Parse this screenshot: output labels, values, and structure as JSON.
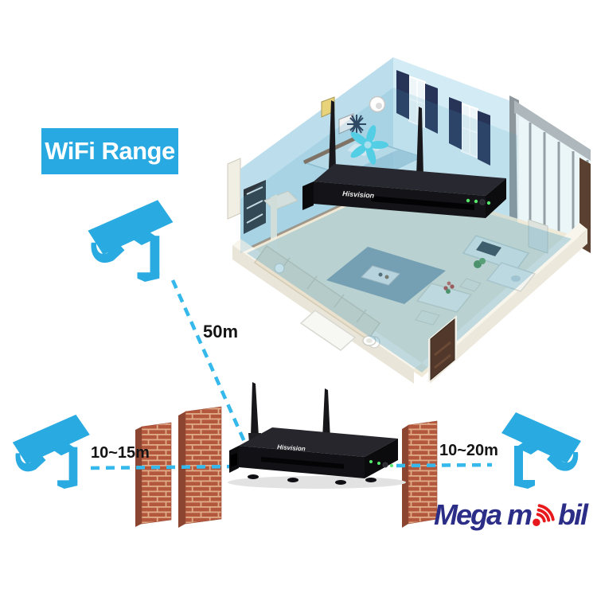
{
  "header": {
    "wifi_range_label": "WiFi Range"
  },
  "connections": {
    "indoor": {
      "distance": "50m",
      "path": "camera-top to indoor NVR",
      "obstacles": "inside house"
    },
    "left": {
      "distance": "10~15m",
      "path": "camera-left to NVR",
      "obstacles": "2 brick walls"
    },
    "right": {
      "distance": "10~20m",
      "path": "camera-right to NVR",
      "obstacles": "1 brick wall"
    }
  },
  "nvr": {
    "brand": "Hisvision"
  },
  "watermark": {
    "prefix": "Mega m",
    "suffix": "bil"
  },
  "icons": {
    "camera": "cctv-camera-icon",
    "wifi": "wifi-signal-icon"
  },
  "colors": {
    "accent_cyan": "#29abe2",
    "dash_cyan": "#35b9ec",
    "brick": "#b3573d",
    "brick_mortar": "#e0ac88",
    "nvr_black": "#18181c",
    "led_green": "#55e86a",
    "logo_navy": "#2b2d87",
    "logo_red": "#e8191c"
  }
}
